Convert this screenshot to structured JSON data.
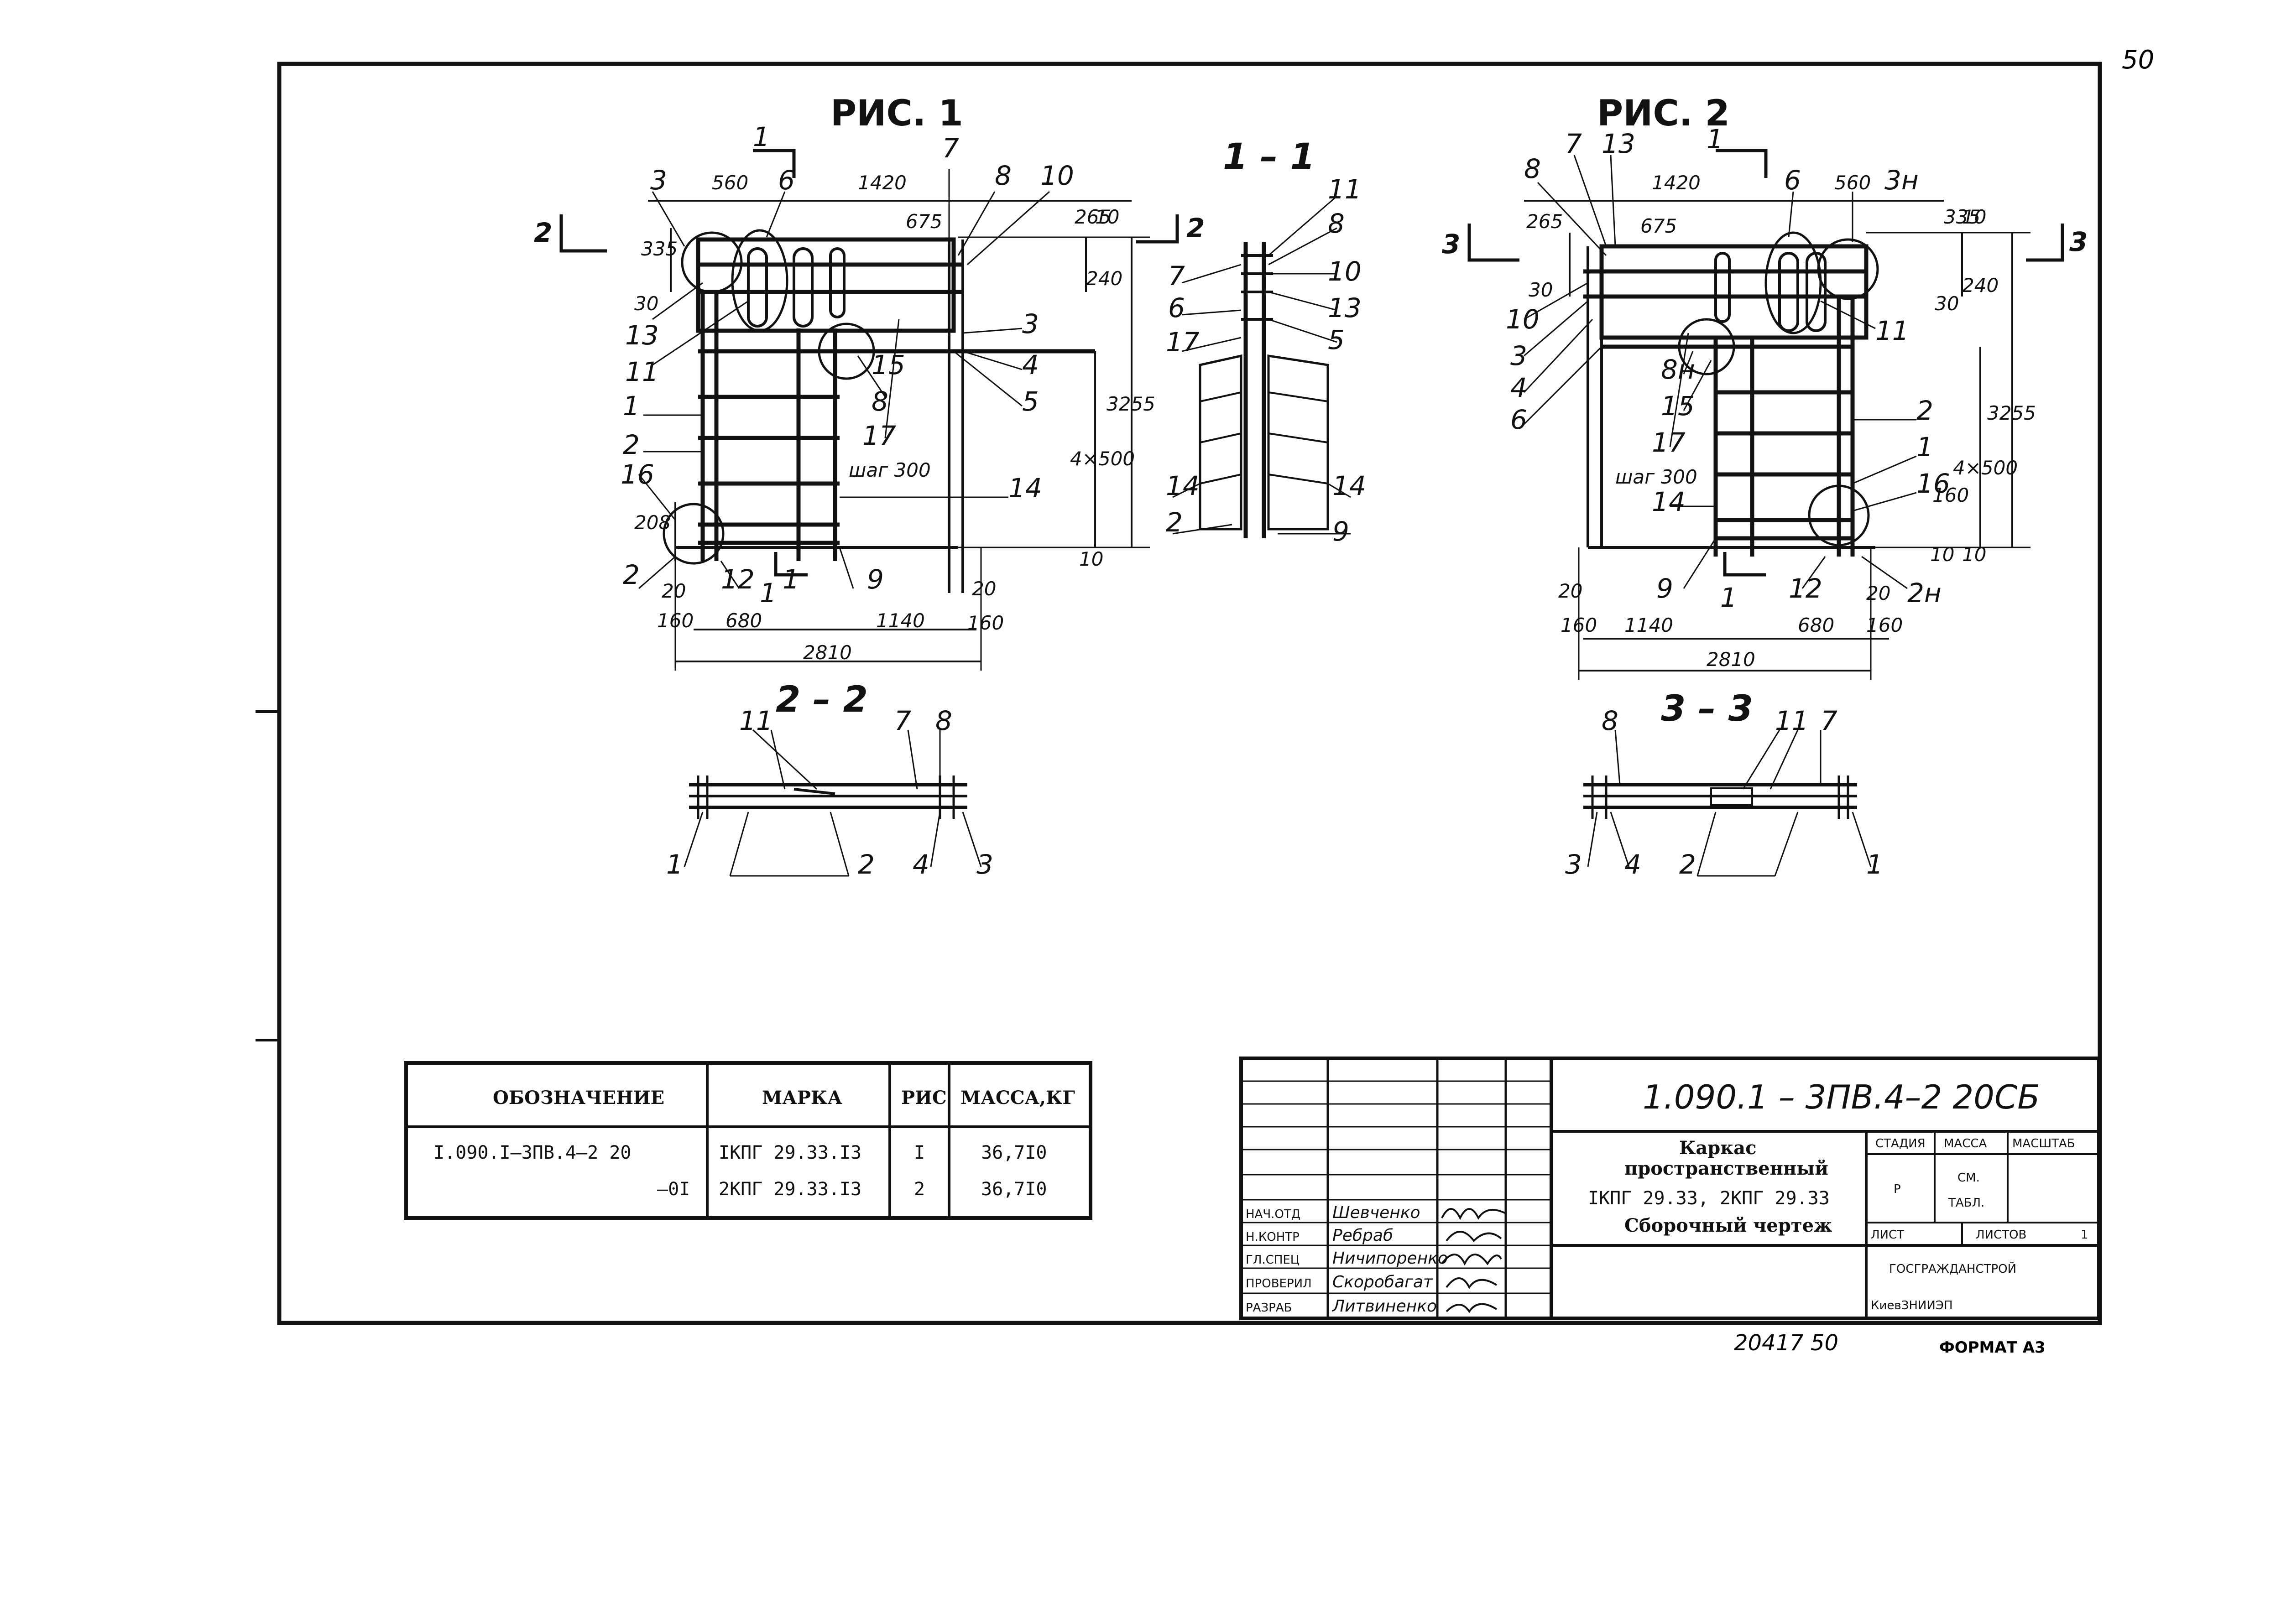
{
  "page_number": "50",
  "fig1": {
    "title": "РИС. 1",
    "dims": {
      "d560": "560",
      "d1420": "1420",
      "d675": "675",
      "d265": "265",
      "d10": "10",
      "d335": "335",
      "d30": "30",
      "d240": "240",
      "d3255": "3255",
      "d4x500": "4×500",
      "d208": "208",
      "d20a": "20",
      "d20b": "20",
      "d160a": "160",
      "d680": "680",
      "d1140": "1140",
      "d160b": "160",
      "d2810": "2810",
      "d10b": "10",
      "step": "шаг 300"
    },
    "positions": {
      "p1a": "1",
      "p1b": "1",
      "p2a": "2",
      "p2b": "2",
      "p3a": "3",
      "p3b": "3",
      "p4": "4",
      "p5": "5",
      "p6": "6",
      "p7": "7",
      "p8a": "8",
      "p8b": "8",
      "p9": "9",
      "p10": "10",
      "p11": "11",
      "p12": "12",
      "p13": "13",
      "p14": "14",
      "p15": "15",
      "p16": "16",
      "p17": "17"
    },
    "cut_labels": {
      "c1top": "1",
      "c1bot": "1",
      "c2left": "2",
      "c2right": "2"
    }
  },
  "section_1_1": {
    "title": "1 – 1",
    "positions": {
      "p11": "11",
      "p8": "8",
      "p7": "7",
      "p10": "10",
      "p6": "6",
      "p13": "13",
      "p17": "17",
      "p5": "5",
      "p14a": "14",
      "p14b": "14",
      "p2": "2",
      "p9": "9"
    }
  },
  "section_2_2": {
    "title": "2 – 2",
    "positions": {
      "p11": "11",
      "p7": "7",
      "p8": "8",
      "p1": "1",
      "p2": "2",
      "p4": "4",
      "p3": "3"
    }
  },
  "fig2": {
    "title": "РИС. 2",
    "dims": {
      "d265": "265",
      "d1420": "1420",
      "d675": "675",
      "d560": "560",
      "d335": "335",
      "d10": "10",
      "d30a": "30",
      "d30b": "30",
      "d240": "240",
      "d3255": "3255",
      "d4x500": "4×500",
      "d160v": "160",
      "d10b": "10",
      "d10c": "10",
      "d20a": "20",
      "d160a": "160",
      "d1140": "1140",
      "d680": "680",
      "d20b": "20",
      "d160b": "160",
      "d2810": "2810",
      "step": "шаг 300"
    },
    "positions": {
      "p8": "8",
      "p7": "7",
      "p13": "13",
      "p6a": "6",
      "p3n": "3н",
      "p10": "10",
      "p3": "3",
      "p4": "4",
      "p6b": "6",
      "p8n": "8н",
      "p15": "15",
      "p17": "17",
      "p14": "14",
      "p9": "9",
      "p11": "11",
      "p2": "2",
      "p1": "1",
      "p16": "16",
      "p12": "12",
      "p2n": "2н"
    },
    "cut_labels": {
      "c1top": "1",
      "c1bot": "1",
      "c3left": "3",
      "c3right": "3"
    }
  },
  "section_3_3": {
    "title": "3 – 3",
    "positions": {
      "p8": "8",
      "p11": "11",
      "p7": "7",
      "p3": "3",
      "p4": "4",
      "p2": "2",
      "p1": "1"
    }
  },
  "spec_table": {
    "headers": [
      "ОБОЗНАЧЕНИЕ",
      "МАРКА",
      "РИС",
      "МАССА,КГ"
    ],
    "rows": [
      [
        "I.090.I–3ПВ.4–2 20",
        "IКПГ 29.33.I3",
        "I",
        "36,7I0"
      ],
      [
        "–0I",
        "2КПГ 29.33.I3",
        "2",
        "36,7I0"
      ]
    ]
  },
  "title_block": {
    "doc_code": "1.090.1 – 3ПВ.4–2 20СБ",
    "name_lines": [
      "Каркас",
      "пространственный",
      "IКПГ 29.33, 2КПГ 29.33",
      "Сборочный чертеж"
    ],
    "stage_label": "СТАДИЯ",
    "mass_label": "МАССА",
    "scale_label": "МАСШТАБ",
    "stage_value": "Р",
    "mass_value_1": "СМ.",
    "mass_value_2": "ТАБЛ.",
    "sheet_label": "ЛИСТ",
    "sheets_label": "ЛИСТОВ",
    "sheets_value": "1",
    "org_1": "ГОСГРАЖДАНСТРОЙ",
    "org_2": "КиевЗНИИЭП",
    "roles": [
      {
        "role": "НАЧ.ОТД",
        "name": "Шевченко"
      },
      {
        "role": "Н.КОНТР",
        "name": "Ребраб"
      },
      {
        "role": "ГЛ.СПЕЦ",
        "name": "Ничипоренко"
      },
      {
        "role": "ПРОВЕРИЛ",
        "name": "Скоробагат"
      },
      {
        "role": "РАЗРАБ",
        "name": "Литвиненко"
      }
    ]
  },
  "footer": {
    "inv": "20417   50",
    "format": "ФОРМАТ А3"
  }
}
